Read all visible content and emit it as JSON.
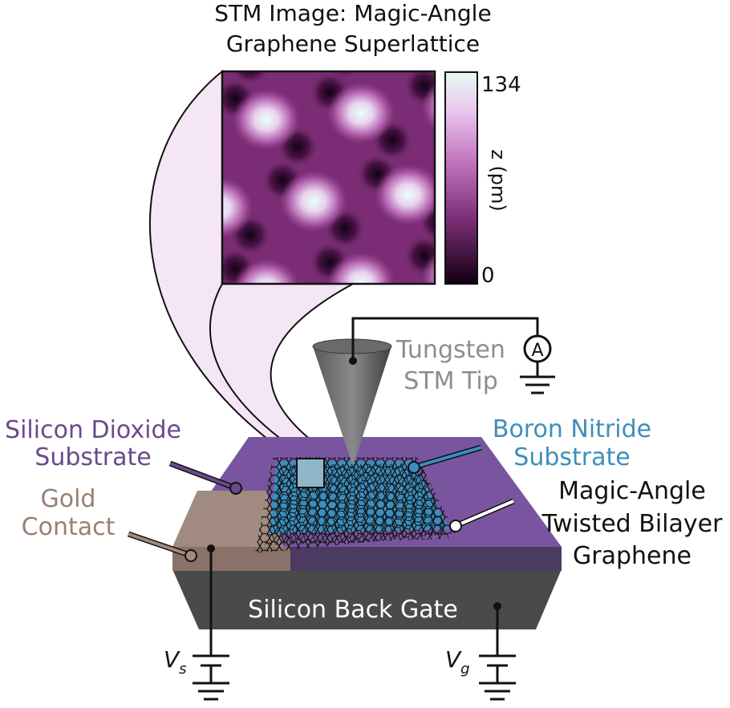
{
  "title": {
    "line1": "STM Image: Magic-Angle",
    "line2": "Graphene Superlattice"
  },
  "colorbar": {
    "max_label": "134",
    "min_label": "0",
    "axis_label": "z (pm)",
    "colors": [
      "#110011",
      "#7a2d74",
      "#c77bc3",
      "#e9c8ef",
      "#e6fbf4"
    ]
  },
  "labels": {
    "tip": {
      "line1": "Tungsten",
      "line2": "STM Tip",
      "color": "#8f8c8c"
    },
    "ammeter": "A",
    "sio2": {
      "line1": "Silicon Dioxide",
      "line2": "Substrate",
      "color": "#6a4a8c"
    },
    "bn": {
      "line1": "Boron Nitride",
      "line2": "Substrate",
      "color": "#3f8fb8"
    },
    "gold": {
      "line1": "Gold",
      "line2": "Contact",
      "color": "#9a7f72"
    },
    "graphene": {
      "line1": "Magic-Angle",
      "line2": "Twisted Bilayer",
      "line3": "Graphene",
      "color": "#111111"
    },
    "gate": "Silicon Back Gate",
    "vs": {
      "main": "V",
      "sub": "s"
    },
    "vg": {
      "main": "V",
      "sub": "g"
    }
  },
  "colors": {
    "substrate_top": "#7a559f",
    "substrate_side": "#4b3a61",
    "silicon_side": "#4a4a4a",
    "gold": "#a18a7f",
    "boron_nitride": "#3a8fc0",
    "zoom_fill": "#f5e6f6"
  }
}
